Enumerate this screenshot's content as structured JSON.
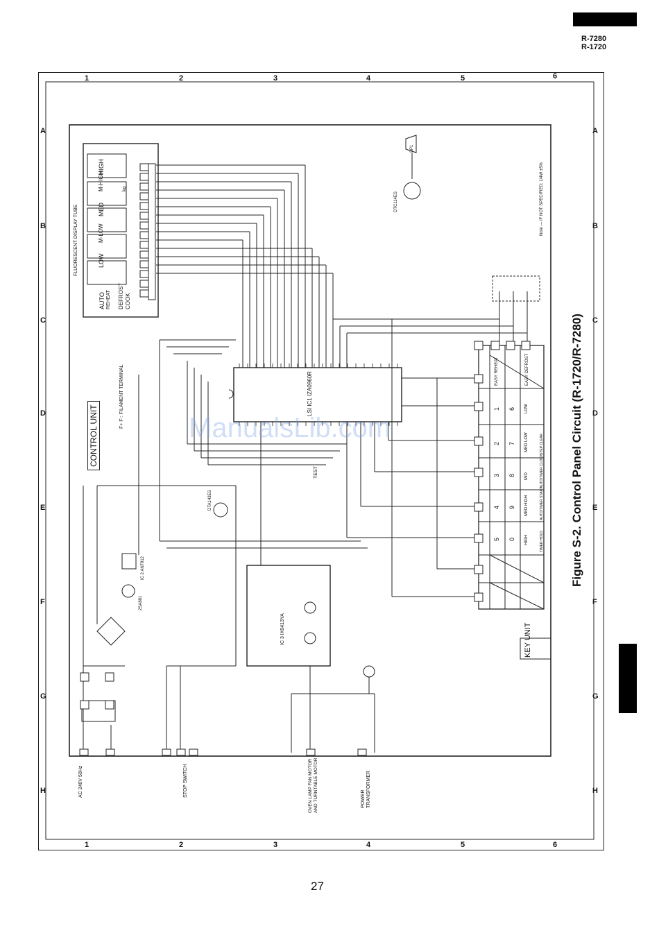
{
  "header": {
    "models": [
      "R-7280",
      "R-1720"
    ]
  },
  "grid": {
    "columns": [
      "1",
      "2",
      "3",
      "4",
      "5",
      "6"
    ],
    "rows": [
      "A",
      "B",
      "C",
      "D",
      "E",
      "F",
      "G",
      "H"
    ]
  },
  "figure_title": "Figure S-2.  Control Panel Circuit (R-1720/R-7280)",
  "labels": {
    "control_unit": "CONTROL UNIT",
    "key_unit": "KEY UNIT",
    "display_title": "FLUORESCENT DISPLAY TUBE",
    "filament_terminal": "F+ F-: FILAMENT TERMINAL",
    "lsi": "LSI  IC1  IZA0960R",
    "ic3": "IC 3  IX0413YA",
    "ic2": "IC 2  AN7912",
    "note": "Note  --- IF NOT SPECIFIED: 1/4W ±5%",
    "stop_switch": "STOP SWITCH",
    "oven_lamp": "OVEN LAMP FAN MOTOR AND TURNTABLE MOTOR",
    "power_transformer": "POWER TRANSFORMER",
    "ac_input": "AC 240V 50Hz",
    "transistor_q1": "2SA881",
    "transistor_q20": "DTA143ES",
    "transistor_q80": "DTC114ES",
    "speaker": "SP1",
    "test": "TEST"
  },
  "display_segments": [
    "AUTO",
    "REHEAT",
    "DEFROST",
    "COOK",
    "LOW",
    "M-LOW",
    "MED",
    "M-HIGH",
    "HIGH",
    "kg"
  ],
  "key_matrix": [
    [
      "EASY REHEAT",
      "",
      "EASY DEFROST"
    ],
    [
      "1",
      "6",
      "LOW"
    ],
    [
      "2",
      "7",
      "MED LOW"
    ],
    [
      "3",
      "8",
      "MID"
    ],
    [
      "4",
      "9",
      "MED HIGH"
    ],
    [
      "5",
      "0",
      "HIGH"
    ],
    [
      "STEP CLEAR",
      "AUTO/TIMER CLOCK",
      "AUTO/TIMER START",
      "TIMER HOLD"
    ]
  ],
  "page_number": "27",
  "watermark": "ManualsLib.com"
}
